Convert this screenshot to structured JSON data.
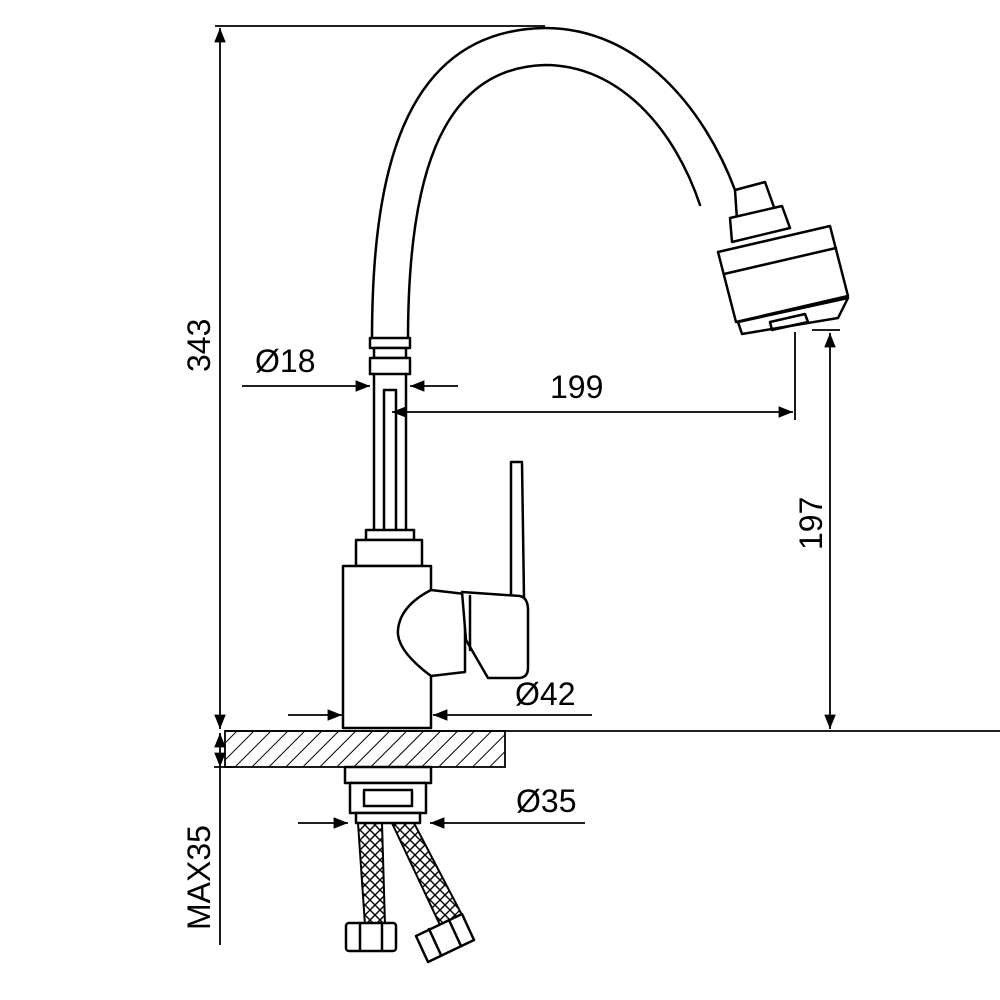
{
  "dimensions": {
    "total_height": "343",
    "hose_diameter": "Ø18",
    "spout_reach": "199",
    "spout_height": "197",
    "base_diameter": "Ø42",
    "shank_diameter": "Ø35",
    "max_thickness": "MAX35"
  },
  "colors": {
    "line": "#000000",
    "background": "#ffffff"
  }
}
